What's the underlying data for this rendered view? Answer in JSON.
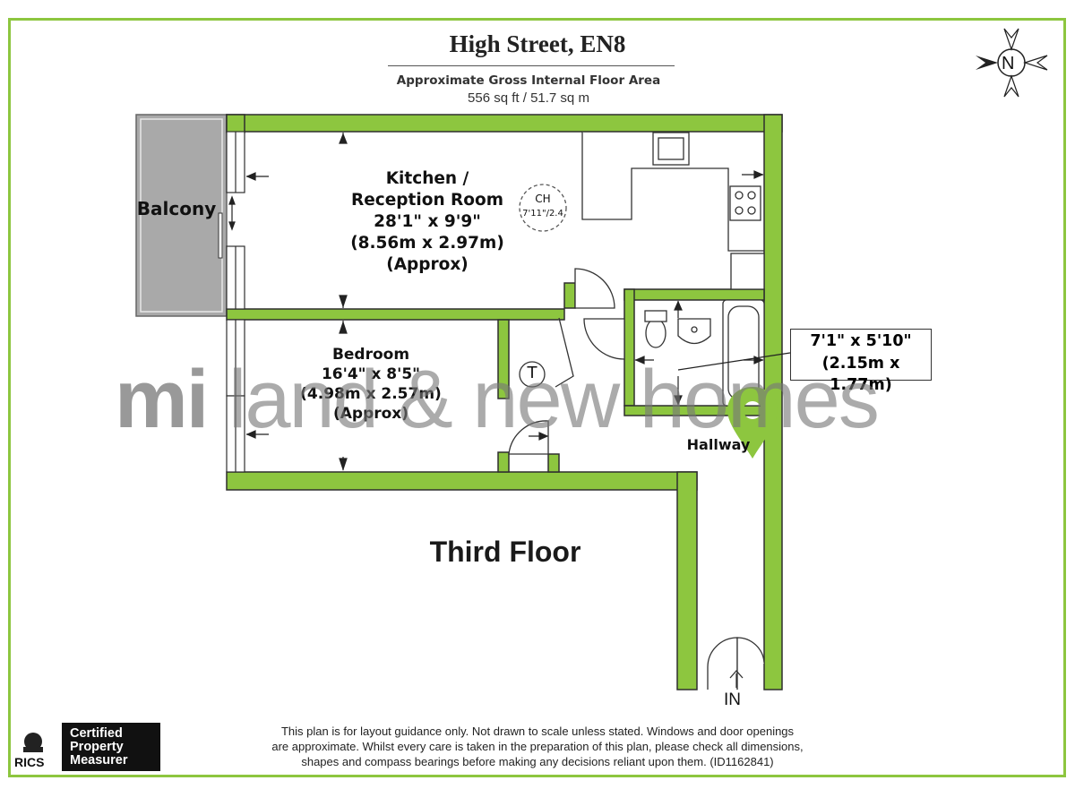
{
  "header": {
    "title": "High Street, EN8",
    "area_label": "Approximate Gross Internal Floor Area",
    "area_value": "556 sq ft / 51.7 sq m"
  },
  "compass": {
    "label": "N"
  },
  "rooms": {
    "balcony": {
      "name": "Balcony"
    },
    "kitchen": {
      "line1": "Kitchen /",
      "line2": "Reception  Room",
      "imperial": "28'1\" x 9'9\"",
      "metric": "(8.56m x 2.97m)",
      "note": "(Approx)"
    },
    "bedroom": {
      "name": "Bedroom",
      "imperial": "16'4\" x 8'5\"",
      "metric": "(4.98m x 2.57m)",
      "note": "(Approx)"
    },
    "bathroom": {
      "imperial": "7'1\" x 5'10\"",
      "metric": "(2.15m x 1.77m)"
    },
    "hallway": {
      "name": "Hallway"
    },
    "cupboard": {
      "label": "T"
    },
    "ceiling_height": {
      "label": "CH",
      "value": "7'11\"/2.4"
    }
  },
  "floor_label": "Third Floor",
  "entrance_label": "IN",
  "watermark": {
    "brand": "mi",
    "rest": " land & new homes"
  },
  "disclaimer": {
    "line1": "This plan is for layout guidance only. Not drawn to scale unless stated. Windows and door openings",
    "line2": "are approximate. Whilst every care is taken in the preparation of this plan, please check all dimensions,",
    "line3": "shapes and compass bearings before making any decisions reliant upon them. (ID1162841)"
  },
  "badges": {
    "certified_line1": "Certified",
    "certified_line2": "Property",
    "certified_line3": "Measurer",
    "rics": "RICS"
  },
  "colors": {
    "wall": "#8dc63f",
    "balcony": "#a9a9a9",
    "frame": "#8dc63f",
    "pin": "#8dc63f"
  }
}
